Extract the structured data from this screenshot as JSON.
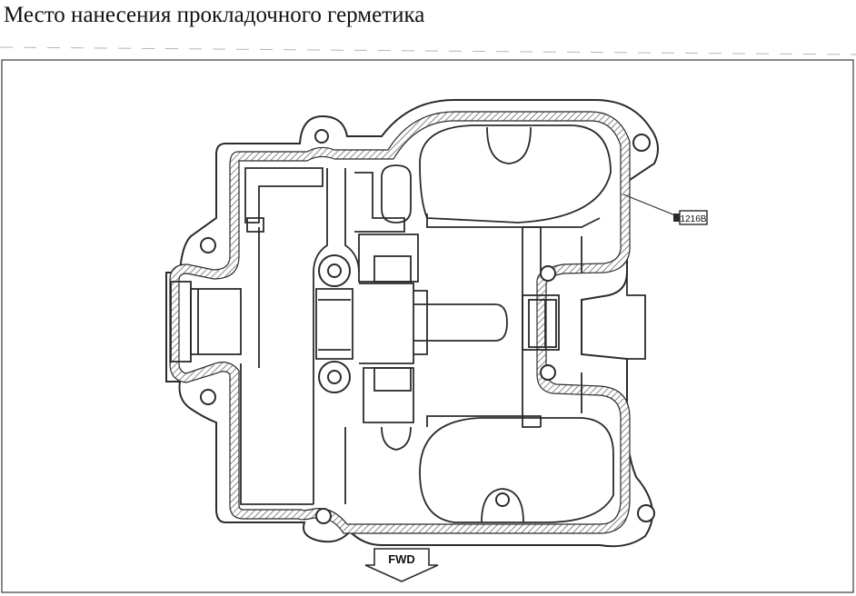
{
  "title": "Место нанесения прокладочного герметика",
  "callout": {
    "sealant_code": "1216B"
  },
  "direction": {
    "label": "FWD"
  },
  "colors": {
    "line": "#2b2b2b",
    "hatch": "#6a6a6a",
    "background": "#ffffff"
  }
}
